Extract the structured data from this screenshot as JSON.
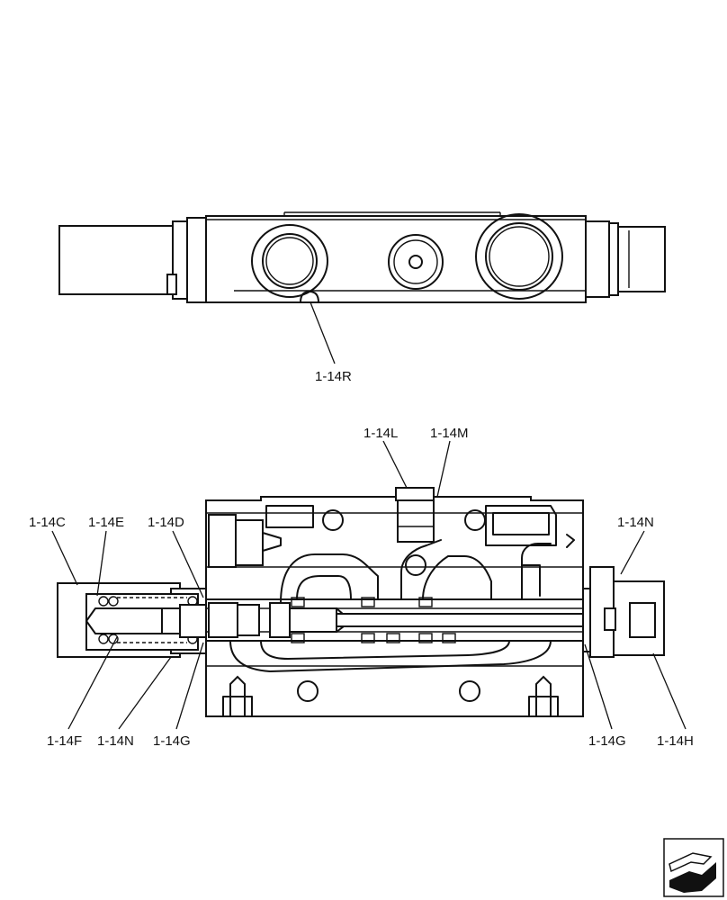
{
  "labels": {
    "top_r": "1-14R",
    "l": "1-14L",
    "m": "1-14M",
    "c": "1-14C",
    "e": "1-14E",
    "d": "1-14D",
    "n_right": "1-14N",
    "f": "1-14F",
    "n_bottom": "1-14N",
    "g_left": "1-14G",
    "g_right": "1-14G",
    "h": "1-14H"
  },
  "icons": {
    "corner": "next-page-arrow-icon"
  }
}
